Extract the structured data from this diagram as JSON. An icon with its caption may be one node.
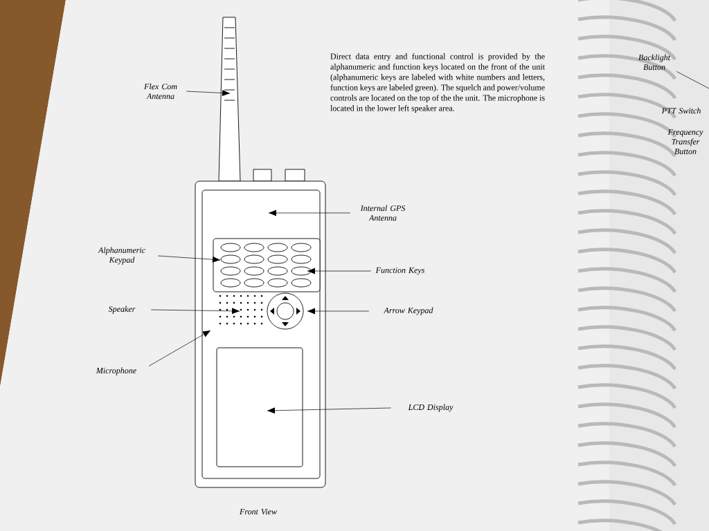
{
  "diagram": {
    "nodes": [
      {
        "text": [
          "Flex Com Antenna"
        ]
      },
      {
        "text": [
          "Internal GPS Antenna"
        ]
      },
      {
        "text": [
          "Alphanumeric Keypad"
        ]
      },
      {
        "text": [
          "Function Keys"
        ]
      },
      {
        "text": [
          "Speaker"
        ]
      },
      {
        "text": [
          "Arrow Keypad"
        ]
      },
      {
        "text": [
          "Microphone"
        ]
      },
      {
        "text": [
          "LCD Display"
        ]
      },
      {
        "text": [
          "Backlight Button"
        ]
      }
    ],
    "edges": [
      {
        "from": 0,
        "to": null,
        "arrow": "to"
      },
      {
        "from": 1,
        "to": null,
        "arrow": "to"
      },
      {
        "from": 2,
        "to": null,
        "arrow": "to"
      },
      {
        "from": 3,
        "to": null,
        "arrow": "to"
      },
      {
        "from": 4,
        "to": null,
        "arrow": "to"
      },
      {
        "from": 5,
        "to": null,
        "arrow": "to"
      },
      {
        "from": 6,
        "to": null,
        "arrow": "to"
      },
      {
        "from": 7,
        "to": null,
        "arrow": "to"
      },
      {
        "from": 8,
        "to": null,
        "arrow": "none"
      }
    ],
    "labels": [
      "Direct data entry and functional control is provided by the alphanumeric and function keys located on the front of the unit (alphanumeric keys are labeled with white numbers and letters, function keys are labeled green). The squelch and power/volume controls are located on the top of the the unit. The microphone is located in the lower left speaker area.",
      "PTT Switch",
      "Frequency Transfer Button",
      "Front View"
    ]
  }
}
